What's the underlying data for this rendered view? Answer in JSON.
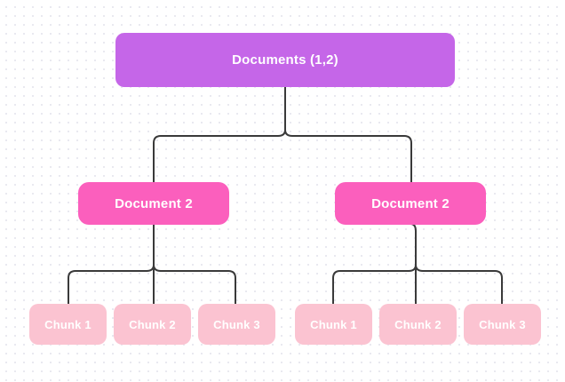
{
  "diagram": {
    "root": {
      "label": "Documents (1,2)"
    },
    "documents": [
      {
        "label": "Document 2",
        "chunks": [
          {
            "label": "Chunk 1"
          },
          {
            "label": "Chunk 2"
          },
          {
            "label": "Chunk 3"
          }
        ]
      },
      {
        "label": "Document 2",
        "chunks": [
          {
            "label": "Chunk 1"
          },
          {
            "label": "Chunk 2"
          },
          {
            "label": "Chunk 3"
          }
        ]
      }
    ],
    "colors": {
      "root_fill": "#c566e8",
      "document_fill": "#fb5fbd",
      "chunk_fill": "#fbc3d1",
      "connector_stroke": "#3a3a3a",
      "label_text": "#ffffff",
      "background_dots": "#e9e9f0"
    }
  }
}
